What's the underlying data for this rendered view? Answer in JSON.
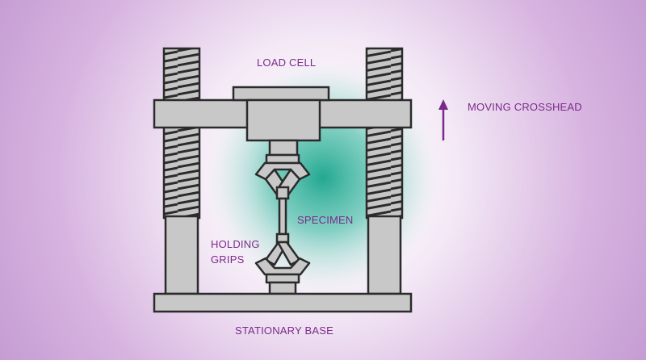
{
  "labels": {
    "load_cell": "LOAD CELL",
    "moving_crosshead": "MOVING CROSSHEAD",
    "specimen": "SPECIMEN",
    "holding_line1": "HOLDING",
    "holding_line2": "GRIPS",
    "stationary_base": "STATIONARY BASE"
  },
  "colors": {
    "background_edge": "#c9a0d6",
    "background_center": "#f7f1f8",
    "glow": "#2fb39e",
    "metal": "#c8c8c8",
    "outline": "#2b2b2b",
    "label": "#7b2a8a",
    "arrow": "#7b2a8a"
  }
}
